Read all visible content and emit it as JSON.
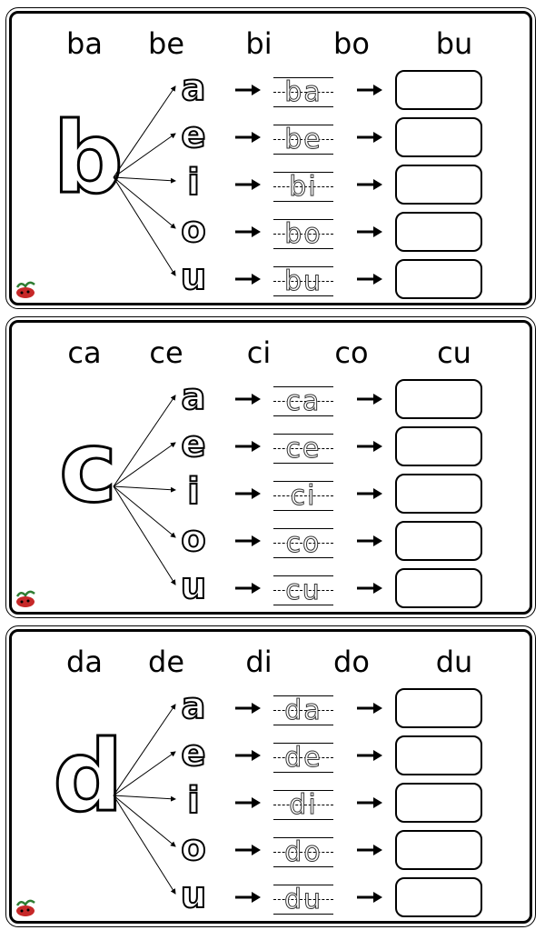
{
  "worksheet": {
    "panels": [
      {
        "letter": "b",
        "syllables": [
          "ba",
          "be",
          "bi",
          "bo",
          "bu"
        ],
        "vowels": [
          "a",
          "e",
          "i",
          "o",
          "u"
        ],
        "traces": [
          "ba",
          "be",
          "bi",
          "bo",
          "bu"
        ]
      },
      {
        "letter": "c",
        "syllables": [
          "ca",
          "ce",
          "ci",
          "co",
          "cu"
        ],
        "vowels": [
          "a",
          "e",
          "i",
          "o",
          "u"
        ],
        "traces": [
          "ca",
          "ce",
          "ci",
          "co",
          "cu"
        ]
      },
      {
        "letter": "d",
        "syllables": [
          "da",
          "de",
          "di",
          "do",
          "du"
        ],
        "vowels": [
          "a",
          "e",
          "i",
          "o",
          "u"
        ],
        "traces": [
          "da",
          "de",
          "di",
          "do",
          "du"
        ]
      }
    ]
  },
  "colors": {
    "ink": "#000000",
    "paper": "#ffffff",
    "logo_red": "#c62828",
    "logo_green": "#2e7d32"
  },
  "icons": {
    "arrow": "right-arrow-icon",
    "logo": "ladybug-logo-icon"
  }
}
